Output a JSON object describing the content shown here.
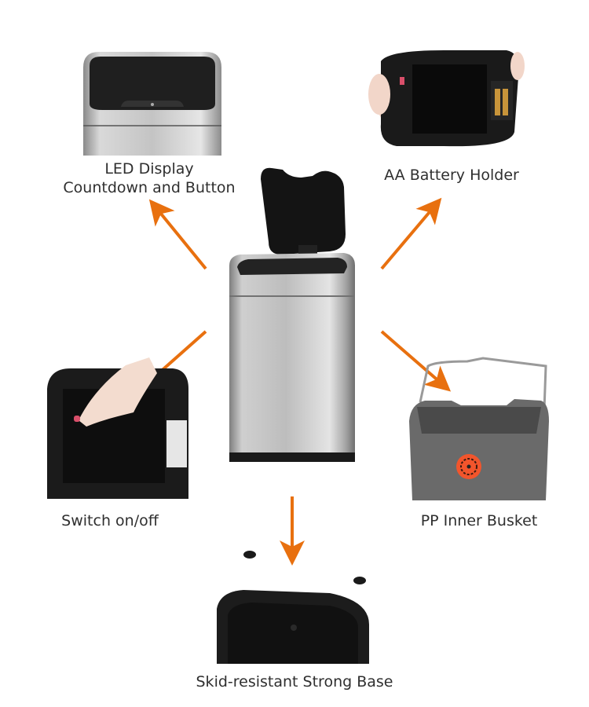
{
  "page": {
    "accent_color": "#e8700f"
  },
  "features": {
    "led_display": {
      "line1": "LED Display",
      "line2": "Countdown and Button"
    },
    "battery": {
      "label": "AA Battery Holder"
    },
    "switch": {
      "label": "Switch on/off"
    },
    "inner_bucket": {
      "label": "PP Inner Busket"
    },
    "base": {
      "label": "Skid-resistant Strong Base"
    }
  }
}
